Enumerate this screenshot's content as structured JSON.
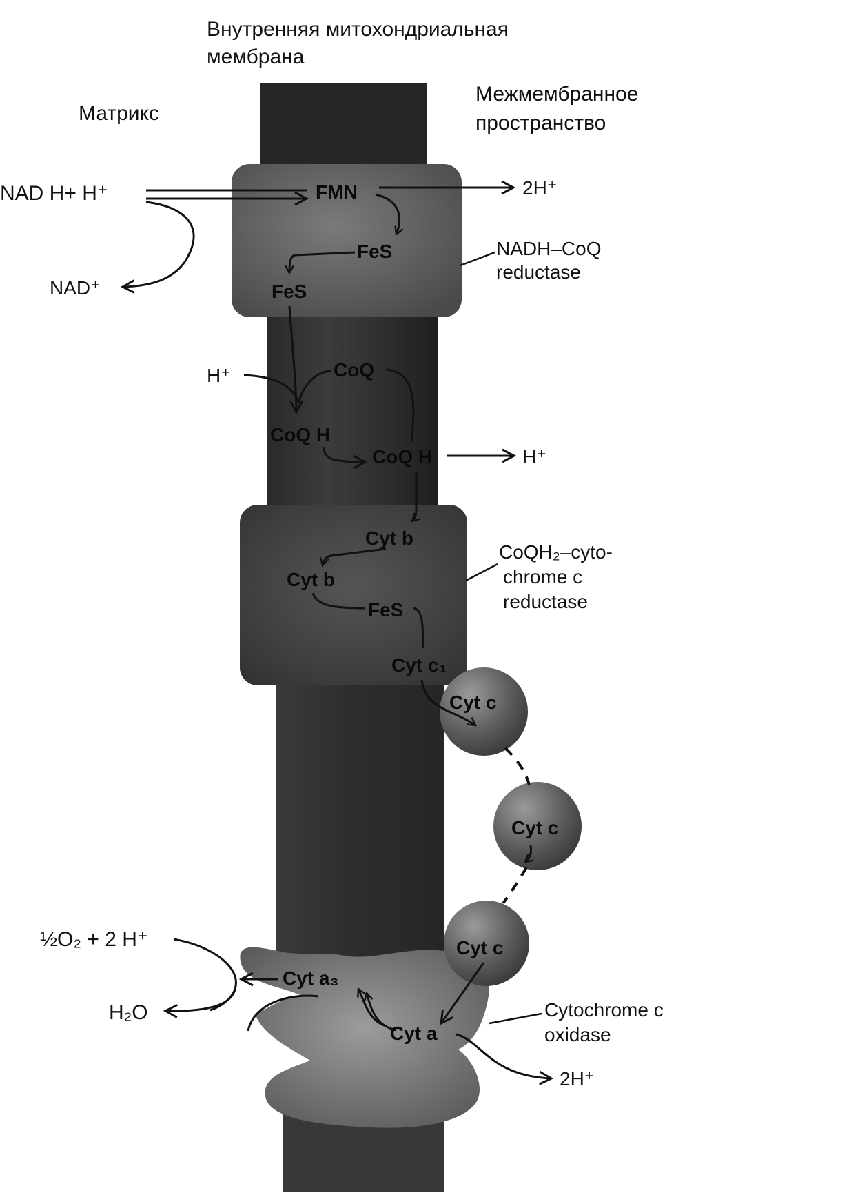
{
  "header": {
    "membrane_line1": "Внутренняя митохондриальная",
    "membrane_line2": "мембрана",
    "matrix": "Матрикс",
    "ims_line1": "Межмембранное",
    "ims_line2": "пространство"
  },
  "complex1": {
    "name_line1": "NADH–CoQ",
    "name_line2": "reductase",
    "substrate": "NAD H+ H⁺",
    "product": "NAD⁺",
    "pump": "2H⁺",
    "fmn": "FMN",
    "fes1": "FeS",
    "fes2": "FeS"
  },
  "coq_region": {
    "h_in": "H⁺",
    "coq": "CoQ",
    "coqh_left": "CoQ H",
    "coqh_right": "CoQ H",
    "h_out": "H⁺"
  },
  "complex3": {
    "name_line1": "CoQH₂–cyto-",
    "name_line2": "chrome c",
    "name_line3": "reductase",
    "cytb1": "Cyt b",
    "cytb2": "Cyt b",
    "fes": "FeS",
    "cytc1": "Cyt c₁"
  },
  "cytc": {
    "c1": "Cyt c",
    "c2": "Cyt c",
    "c3": "Cyt c"
  },
  "complex4": {
    "name_line1": "Cytochrome c",
    "name_line2": "oxidase",
    "substrate": "½O₂ + 2 H⁺",
    "product": "H₂O",
    "cyta3": "Cyt a₃",
    "cyta": "Cyt a",
    "pump": "2H⁺"
  }
}
